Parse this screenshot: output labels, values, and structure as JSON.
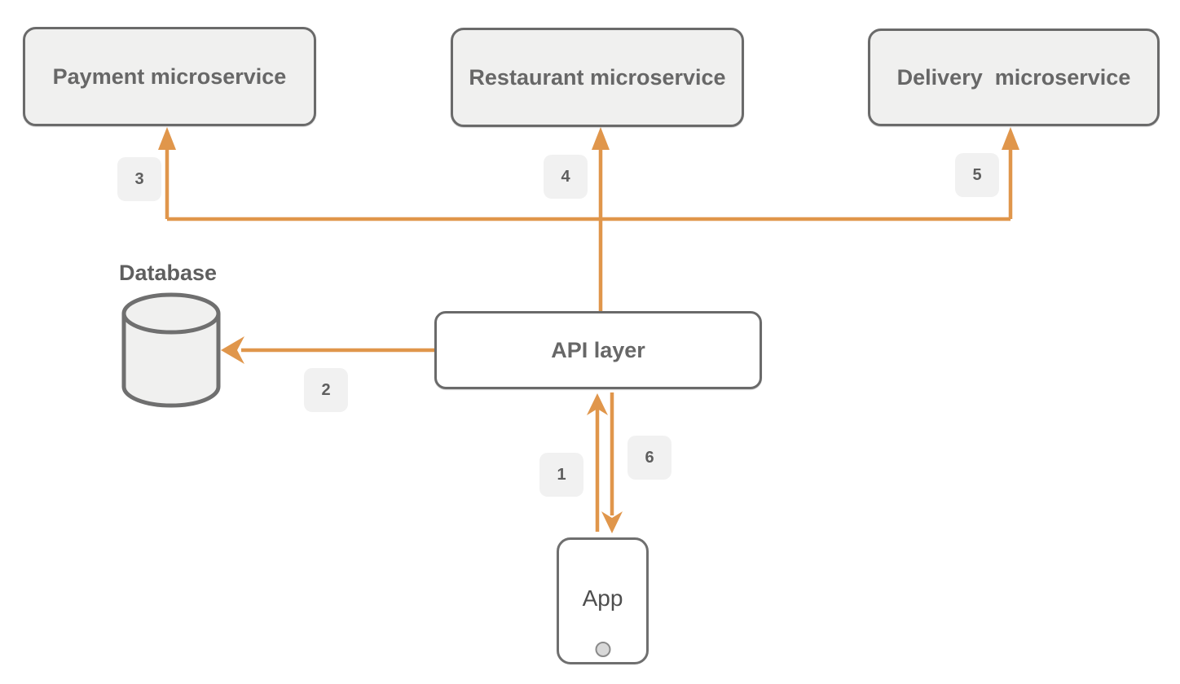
{
  "diagram": {
    "nodes": {
      "payment": {
        "label": "Payment microservice"
      },
      "restaurant": {
        "label": "Restaurant microservice"
      },
      "delivery": {
        "label": "Delivery  microservice"
      },
      "api": {
        "label": "API layer"
      },
      "database": {
        "label": "Database"
      },
      "app": {
        "label": "App"
      }
    },
    "steps": {
      "s1": {
        "label": "1"
      },
      "s2": {
        "label": "2"
      },
      "s3": {
        "label": "3"
      },
      "s4": {
        "label": "4"
      },
      "s5": {
        "label": "5"
      },
      "s6": {
        "label": "6"
      }
    },
    "colors": {
      "arrow": "#e0964b",
      "node_border": "#6a6a6a",
      "node_fill": "#f0f0ef",
      "badge_fill": "#f1f1f1",
      "label_text": "#5f5f5f"
    }
  }
}
